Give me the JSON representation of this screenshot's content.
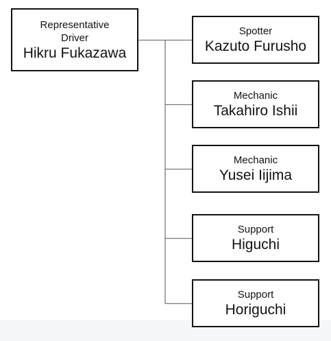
{
  "org_chart": {
    "root": {
      "role": "Representative Driver",
      "name": "Hikru Fukazawa"
    },
    "members": [
      {
        "role": "Spotter",
        "name": "Kazuto Furusho"
      },
      {
        "role": "Mechanic",
        "name": "Takahiro Ishii"
      },
      {
        "role": "Mechanic",
        "name": "Yusei Iijima"
      },
      {
        "role": "Support",
        "name": "Higuchi"
      },
      {
        "role": "Support",
        "name": "Horiguchi"
      }
    ]
  },
  "colors": {
    "border": "#111111",
    "connector": "#777777",
    "footer_band": "#f6f7f9"
  }
}
